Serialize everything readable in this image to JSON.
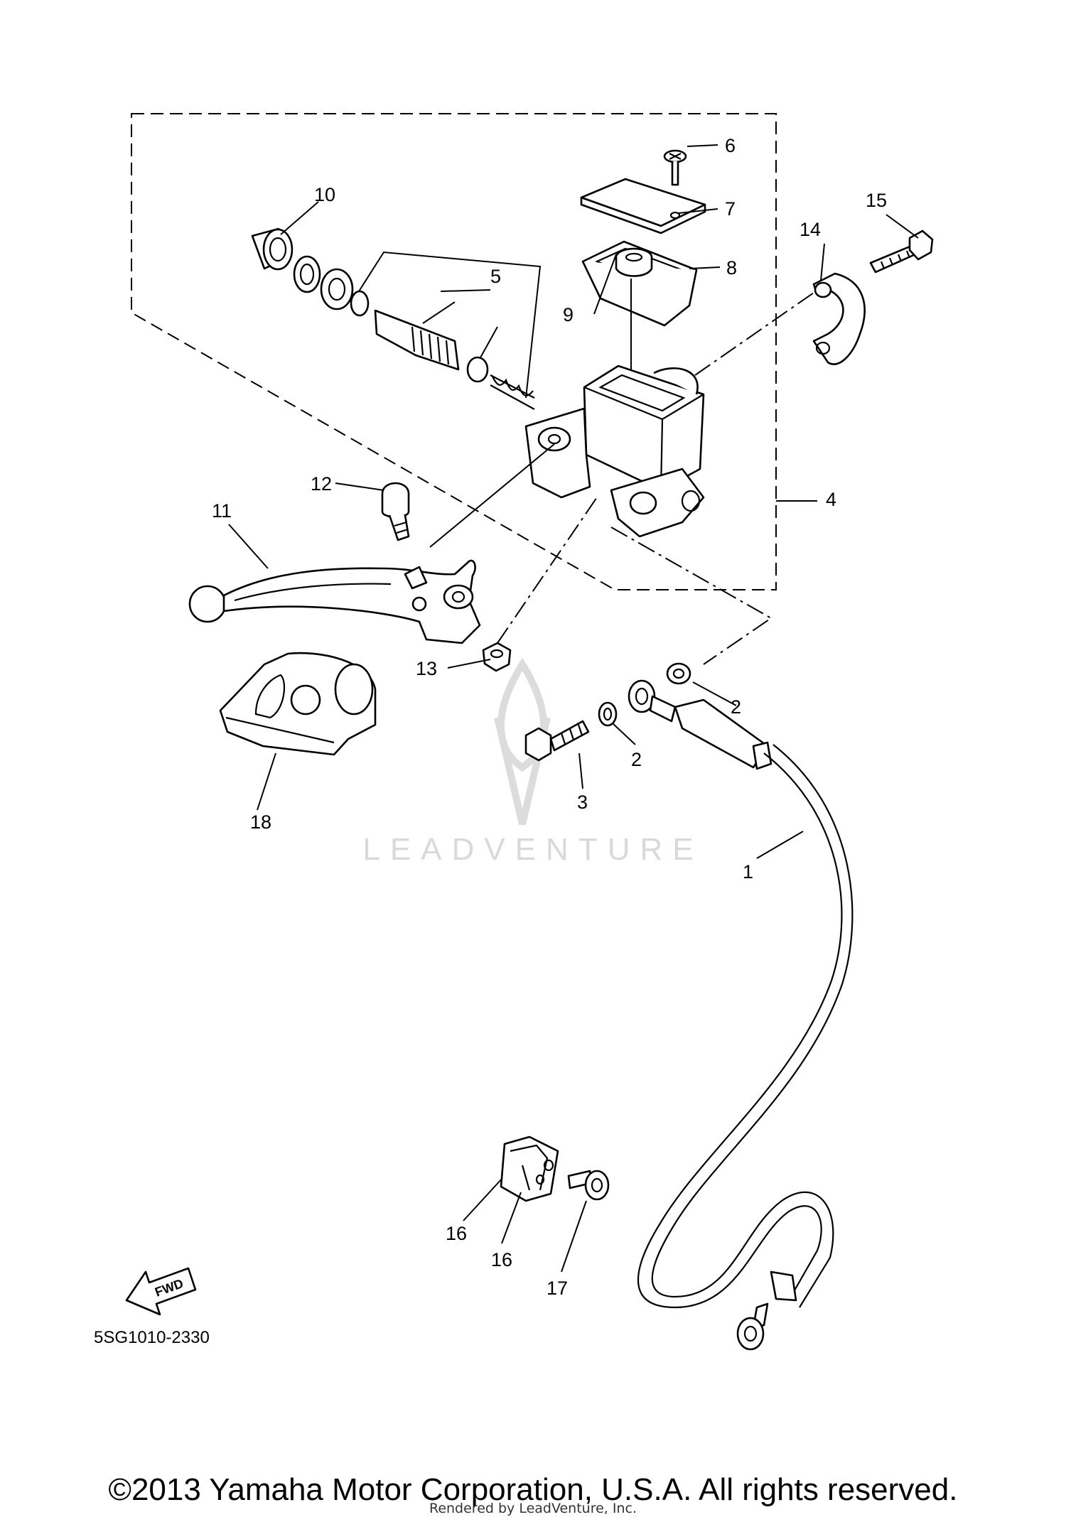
{
  "diagram": {
    "callouts": {
      "c1": "1",
      "c2a": "2",
      "c2b": "2",
      "c3": "3",
      "c4": "4",
      "c5": "5",
      "c6": "6",
      "c7": "7",
      "c8": "8",
      "c9": "9",
      "c10": "10",
      "c11": "11",
      "c12": "12",
      "c13": "13",
      "c14": "14",
      "c15": "15",
      "c16a": "16",
      "c16b": "16",
      "c17": "17",
      "c18": "18"
    },
    "fwd_label": "FWD",
    "diagram_code": "5SG1010-2330"
  },
  "watermark": {
    "text": "LEADVENTURE"
  },
  "footer": {
    "copyright": "©2013 Yamaha Motor Corporation, U.S.A. All rights reserved.",
    "rendered_by": "Rendered by LeadVenture, Inc."
  }
}
